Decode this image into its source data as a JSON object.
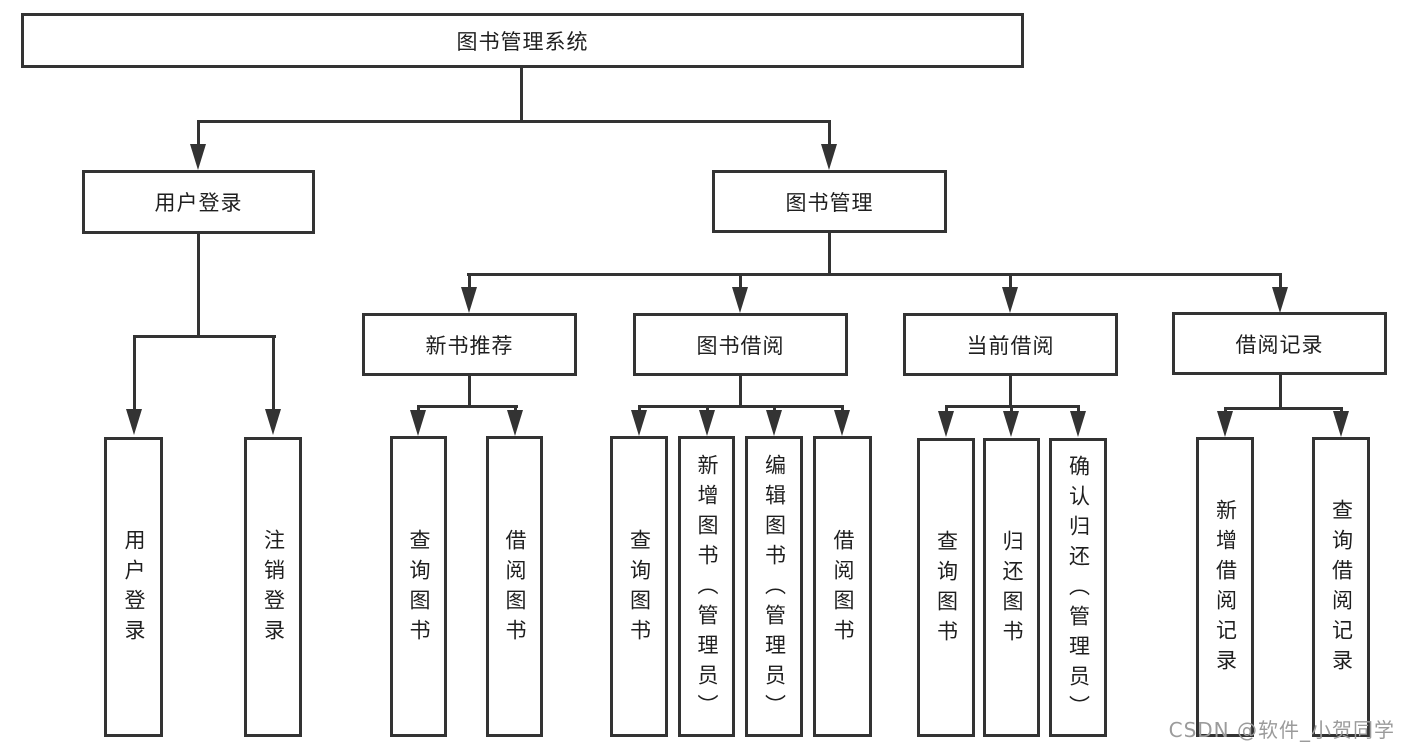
{
  "diagram": {
    "type": "hierarchy-tree",
    "tree": {
      "label": "图书管理系统",
      "children": [
        {
          "label": "用户登录",
          "children": [
            {
              "label": "用户登录"
            },
            {
              "label": "注销登录"
            }
          ]
        },
        {
          "label": "图书管理",
          "children": [
            {
              "label": "新书推荐",
              "children": [
                {
                  "label": "查询图书"
                },
                {
                  "label": "借阅图书"
                }
              ]
            },
            {
              "label": "图书借阅",
              "children": [
                {
                  "label": "查询图书"
                },
                {
                  "label": "新增图书（管理员）"
                },
                {
                  "label": "编辑图书（管理员）"
                },
                {
                  "label": "借阅图书"
                }
              ]
            },
            {
              "label": "当前借阅",
              "children": [
                {
                  "label": "查询图书"
                },
                {
                  "label": "归还图书"
                },
                {
                  "label": "确认归还（管理员）"
                }
              ]
            },
            {
              "label": "借阅记录",
              "children": [
                {
                  "label": "新增借阅记录"
                },
                {
                  "label": "查询借阅记录"
                }
              ]
            }
          ]
        }
      ]
    }
  },
  "watermark": {
    "text": "CSDN @软件_小贺同学"
  },
  "colors": {
    "line": "#333333",
    "box_border": "#333333",
    "text": "#1f1f1f",
    "watermark": "#9b9b9b",
    "background": "#ffffff"
  }
}
